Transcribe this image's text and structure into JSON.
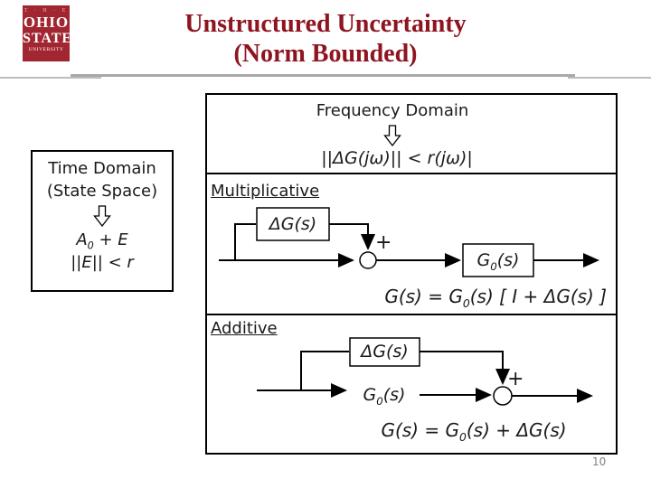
{
  "page": {
    "number": "10"
  },
  "colors": {
    "title": "#8e1420",
    "logo_bg": "#a22631",
    "header_rule": "#a9a9a9",
    "diagram_stroke": "#000000",
    "page_number": "#808080"
  },
  "header": {
    "logo": {
      "the": "T · H · E",
      "line1": "OHIO",
      "line2": "STATE",
      "line3": "UNIVERSITY"
    },
    "title_line1": "Unstructured Uncertainty",
    "title_line2": "(Norm Bounded)"
  },
  "left_panel": {
    "line1": "Time Domain",
    "line2": "(State Space)",
    "formula1": {
      "pre": "A",
      "sub": "0",
      "post": " + E"
    },
    "formula2": "||E|| < r"
  },
  "right_panel": {
    "frequency": {
      "heading": "Frequency Domain",
      "equation": "||ΔG(jω)|| < r(jω)|"
    },
    "multiplicative": {
      "heading": "Multiplicative",
      "delta_label": "ΔG(s)",
      "g0": {
        "pre": "G",
        "sub": "0",
        "post": "(s)"
      },
      "plus": "+",
      "formula": {
        "pre": "G(s) = G",
        "sub": "0",
        "post": "(s) [ I + ΔG(s) ]"
      }
    },
    "additive": {
      "heading": "Additive",
      "delta_label": "ΔG(s)",
      "g0": {
        "pre": "G",
        "sub": "0",
        "post": "(s)"
      },
      "plus": "+",
      "formula": {
        "pre": "G(s) = G",
        "sub": "0",
        "post": "(s) + ΔG(s)"
      }
    }
  }
}
